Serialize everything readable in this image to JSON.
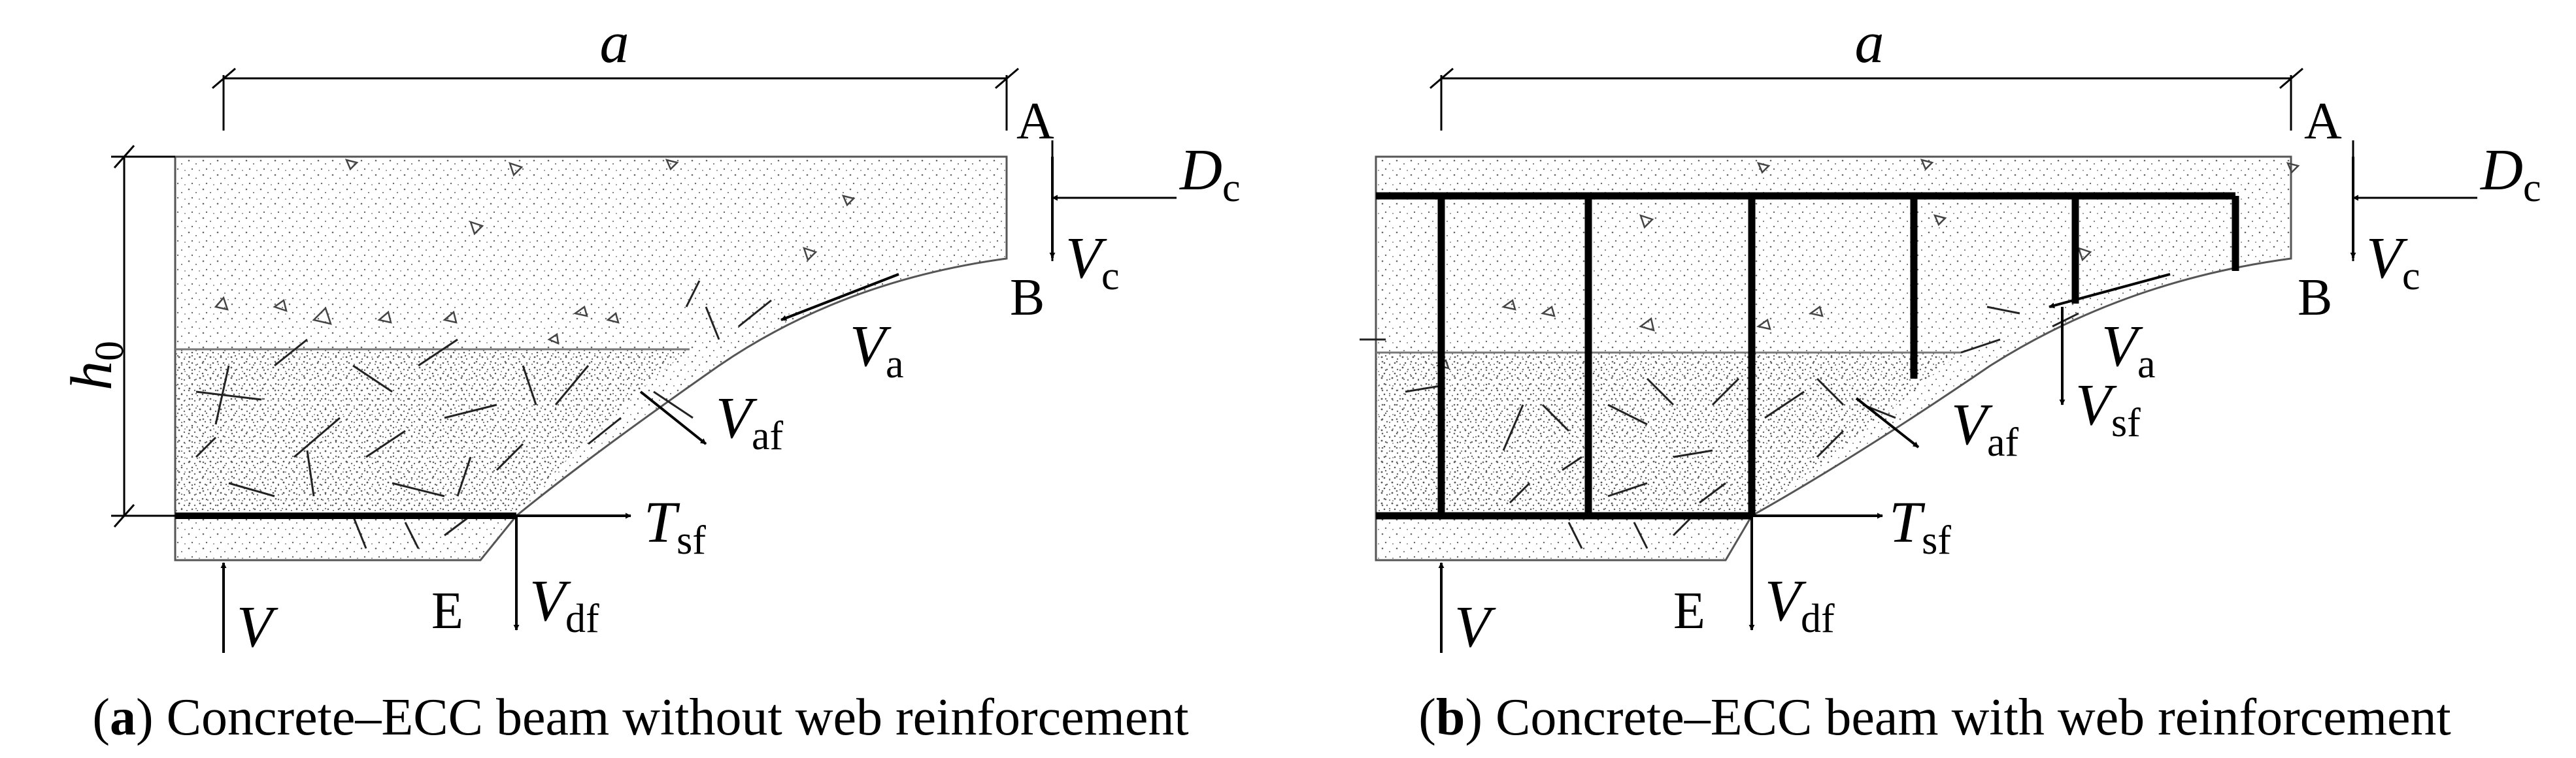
{
  "panel_a": {
    "tag": "a",
    "caption": "Concrete–ECC beam without web reinforcement",
    "dim_a": "a",
    "h0_main": "h",
    "h0_sub": "0",
    "point_A": "A",
    "point_B": "B",
    "point_E": "E",
    "Dc_main": "D",
    "Dc_sub": "c",
    "Vc_main": "V",
    "Vc_sub": "c",
    "Va_main": "V",
    "Va_sub": "a",
    "Vaf_main": "V",
    "Vaf_sub": "af",
    "Tsf_main": "T",
    "Tsf_sub": "sf",
    "Vdf_main": "V",
    "Vdf_sub": "df",
    "V": "V"
  },
  "panel_b": {
    "tag": "b",
    "caption": "Concrete–ECC beam with web reinforcement",
    "dim_a": "a",
    "point_A": "A",
    "point_B": "B",
    "point_E": "E",
    "Dc_main": "D",
    "Dc_sub": "c",
    "Vc_main": "V",
    "Vc_sub": "c",
    "Va_main": "V",
    "Va_sub": "a",
    "Vsf_main": "V",
    "Vsf_sub": "sf",
    "Vaf_main": "V",
    "Vaf_sub": "af",
    "Tsf_main": "T",
    "Tsf_sub": "sf",
    "Vdf_main": "V",
    "Vdf_sub": "df",
    "V": "V"
  }
}
